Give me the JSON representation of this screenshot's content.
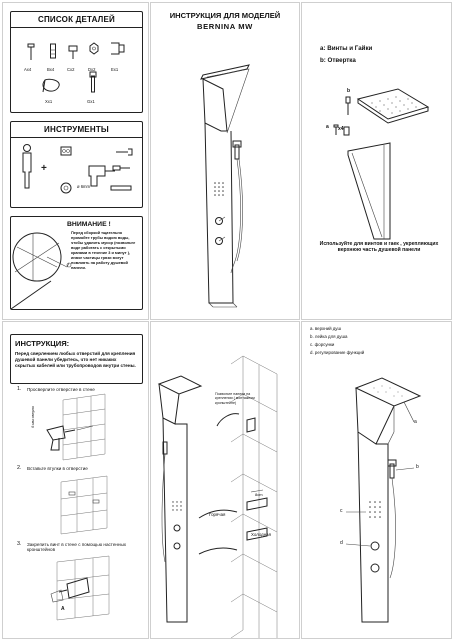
{
  "page1": {
    "parts": {
      "title": "СПИСОК ДЕТАЛЕЙ",
      "labels": [
        "Ax4",
        "Bx4",
        "Cx2",
        "Dx2",
        "Ex1"
      ],
      "labels2": [
        "Xx1",
        "Gx1"
      ]
    },
    "tools": {
      "title": "ИНСТРУМЕНТЫ",
      "drill": "ø 6mm"
    },
    "warning": {
      "title": "ВНИМАНИЕ !",
      "text": "Перед сборкой тщательно промойте трубы водою воды, чтобы удалить мусор (позвольте воде работать с открытыми кранами в течение 3 и минут ), иначе частицы грязи могут повлиять на работу душевой панели."
    }
  },
  "page2": {
    "title_line1": "ИНСТРУКЦИЯ ДЛЯ МОДЕЛЕЙ",
    "title_line2": "BERNINA MW"
  },
  "page3": {
    "legend": [
      "a: Винты и Гайки",
      "b: Отвертка"
    ],
    "callouts": [
      "b",
      "a",
      "x4"
    ],
    "caption": "Используйте для винтов и гаек , укрепляющих верхнюю часть душевой панели"
  },
  "page4": {
    "title": "ИНСТРУКЦИЯ:",
    "intro": "Перед сверлением любых отверстий для крепления душевой панели убедитесь, что нет никаких скрытых кабелей или трубопроводов внутри стены.",
    "steps": [
      "Просверлите отверстие в стене",
      "Вставьте втулки в отверстие",
      "Закрепить винт в стене с помощью настенных кронштейнов"
    ],
    "step_numbers": [
      "1.",
      "2.",
      "3."
    ],
    "drill_note": "6 мм сверло",
    "label_a": "A"
  },
  "page5": {
    "note": "Позвольте панели на креплении ( монтажном кронштейне)",
    "hot": "Горячая",
    "cold": "Холодная",
    "size": "8cm"
  },
  "page6": {
    "legend": [
      "a. верхний душ",
      "b. лейка для душа",
      "c. форсунки",
      "d. регулирование функций"
    ],
    "callouts": [
      "a",
      "b",
      "c",
      "d"
    ]
  }
}
